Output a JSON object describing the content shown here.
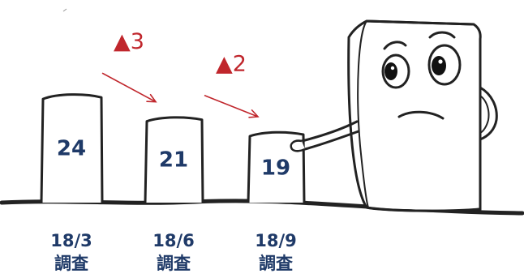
{
  "chart_data": {
    "type": "bar",
    "categories": [
      "18/3\n調査",
      "18/6\n調査",
      "18/9\n調査"
    ],
    "values": [
      24,
      21,
      19
    ],
    "annotations": [
      {
        "text": "▲3",
        "from": "18/3\n調査",
        "to": "18/6\n調査"
      },
      {
        "text": "▲2",
        "from": "18/6\n調査",
        "to": "18/9\n調査"
      }
    ],
    "colors": {
      "value_text": "#1f3a68",
      "delta_text": "#c0262c",
      "ink": "#222222"
    }
  },
  "illustration": {
    "character": "worried-box-character-icon"
  }
}
